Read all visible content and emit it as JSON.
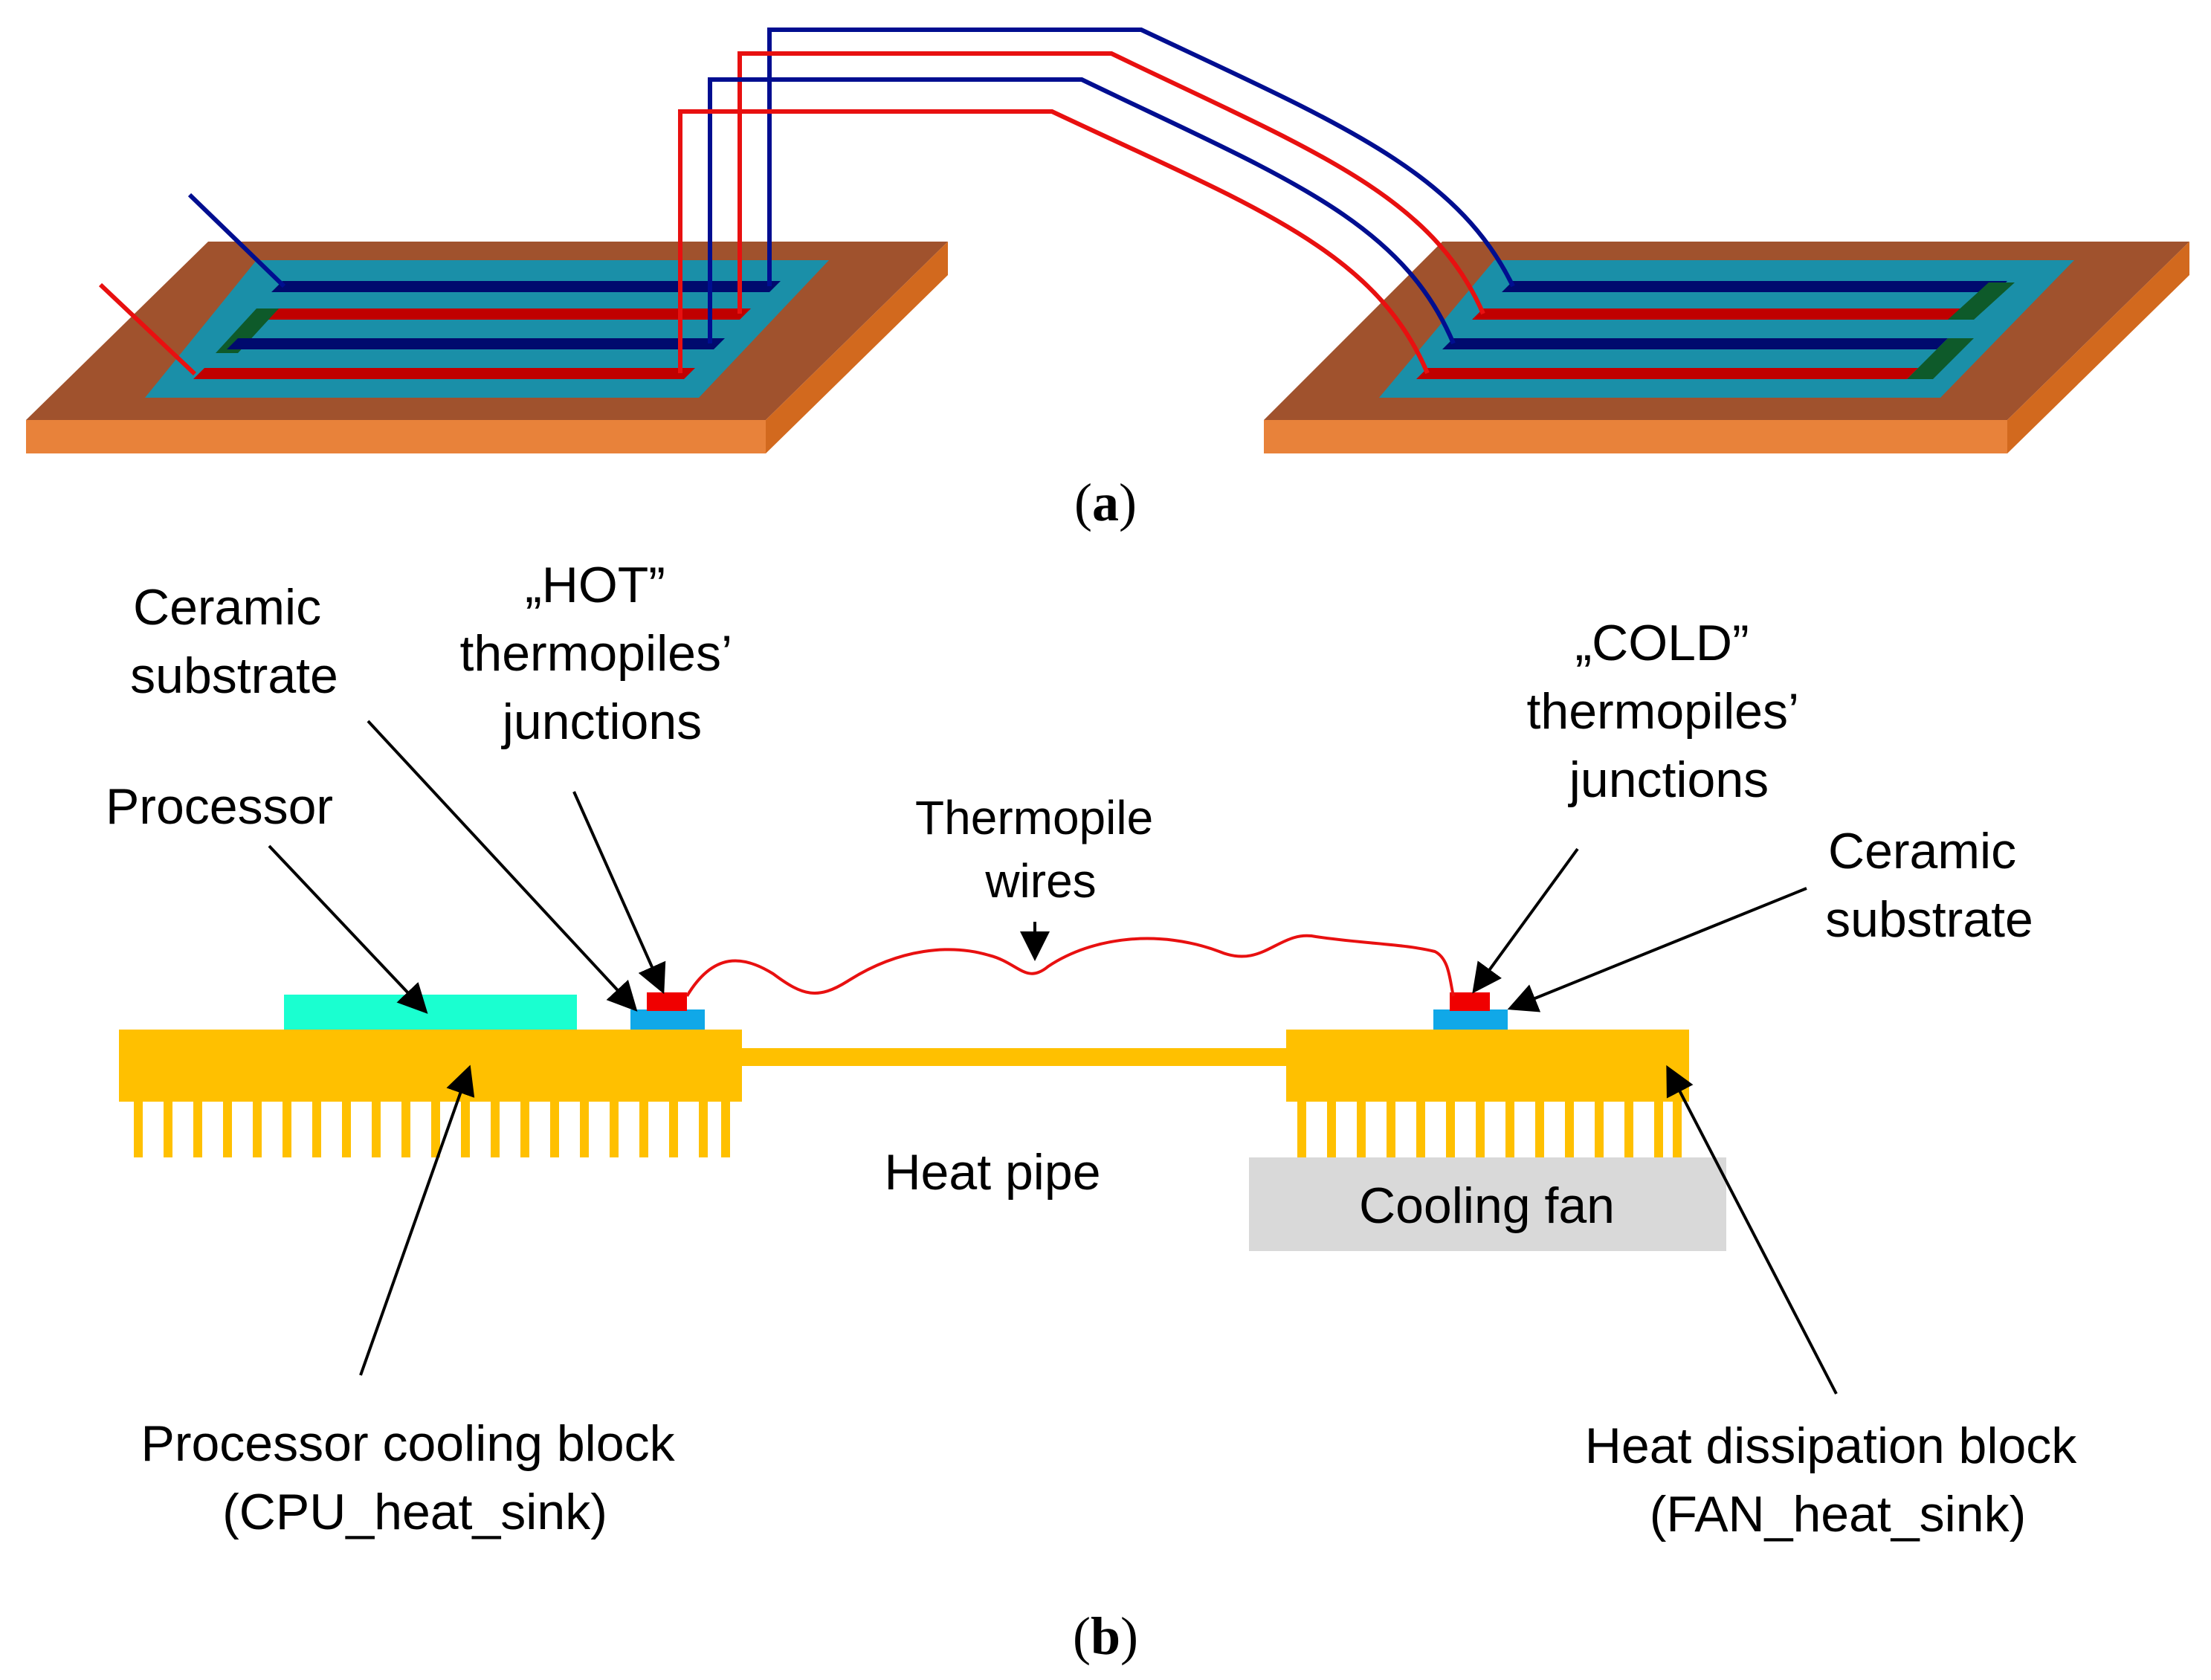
{
  "panel_a": {
    "label_open": "(",
    "label_letter": "a",
    "label_close": ")"
  },
  "panel_b": {
    "label_open": "(",
    "label_letter": "b",
    "label_close": ")",
    "labels": {
      "ceramic_left_1": "Ceramic",
      "ceramic_left_2": "substrate",
      "hot_1": "„HOT”",
      "hot_2": "thermopiles’",
      "hot_3": "junctions",
      "processor": "Processor",
      "thermopile_wires_1": "Thermopile",
      "thermopile_wires_2": "wires",
      "cold_1": "„COLD”",
      "cold_2": "thermopiles’",
      "cold_3": "junctions",
      "ceramic_right_1": "Ceramic",
      "ceramic_right_2": "substrate",
      "heat_pipe": "Heat pipe",
      "cooling_fan": "Cooling fan",
      "cpu_block_1": "Processor cooling block",
      "cpu_block_2": "(CPU_heat_sink)",
      "fan_block_1": "Heat dissipation block",
      "fan_block_2": "(FAN_heat_sink)"
    }
  },
  "colors": {
    "board_top": "#A0522D",
    "board_edge": "#E8823A",
    "substrate": "#1A8FA8",
    "wire_red": "#E81010",
    "wire_blue": "#000E90",
    "strip_blue": "#000A6E",
    "strip_red": "#C00000",
    "strip_green": "#0E5A2A",
    "heat_sink": "#FFC000",
    "processor": "#1AFFD0",
    "ceramic": "#10A8E8",
    "junction": "#F00000",
    "fan_box": "#D9D9D9"
  }
}
